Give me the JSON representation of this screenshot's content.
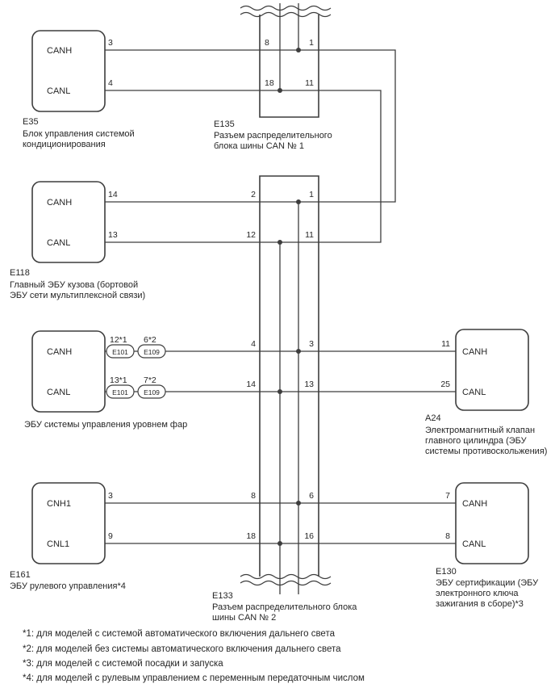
{
  "diagram": {
    "colors": {
      "line": "#3d3d3d",
      "text": "#262626",
      "background": "#ffffff"
    },
    "e35": {
      "id": "E35",
      "terminal_h": "CANH",
      "terminal_l": "CANL",
      "pin_h": "3",
      "pin_l": "4",
      "desc1": "Блок управления системой",
      "desc2": "кондиционирования"
    },
    "e135": {
      "id": "E135",
      "pin_tl": "8",
      "pin_tr": "1",
      "pin_bl": "18",
      "pin_br": "11",
      "desc1": "Разъем распределительного",
      "desc2": "блока шины CAN № 1"
    },
    "e118": {
      "id": "E118",
      "terminal_h": "CANH",
      "terminal_l": "CANL",
      "pin_h": "14",
      "pin_l": "13",
      "desc1": "Главный ЭБУ кузова (бортовой",
      "desc2": "ЭБУ сети мультиплексной связи)"
    },
    "e133": {
      "id": "E133",
      "left_pins": [
        "2",
        "12",
        "4",
        "14",
        "8",
        "18"
      ],
      "right_pins": [
        "1",
        "11",
        "3",
        "13",
        "6",
        "16"
      ],
      "desc1": "Разъем распределительного блока",
      "desc2": "шины CAN № 2"
    },
    "headlamp": {
      "terminal_h": "CANH",
      "terminal_l": "CANL",
      "pin_h1": "12*1",
      "pin_h2": "6*2",
      "pin_l1": "13*1",
      "pin_l2": "7*2",
      "conn1": "E101",
      "conn2": "E109",
      "desc1": "ЭБУ системы управления уровнем фар"
    },
    "a24": {
      "id": "A24",
      "terminal_h": "CANH",
      "terminal_l": "CANL",
      "pin_h": "11",
      "pin_l": "25",
      "desc1": "Электромагнитный клапан",
      "desc2": "главного цилиндра (ЭБУ",
      "desc3": "системы противоскольжения)"
    },
    "e161": {
      "id": "E161",
      "terminal_h": "CNH1",
      "terminal_l": "CNL1",
      "pin_h": "3",
      "pin_l": "9",
      "desc1": "ЭБУ рулевого управления*4"
    },
    "e130": {
      "id": "E130",
      "terminal_h": "CANH",
      "terminal_l": "CANL",
      "pin_h": "7",
      "pin_l": "8",
      "desc1": "ЭБУ сертификации (ЭБУ",
      "desc2": "электронного ключа",
      "desc3": "зажигания в сборе)*3"
    },
    "footnotes": [
      "*1: для моделей с системой автоматического включения дальнего света",
      "*2: для моделей без системы автоматического включения дальнего света",
      "*3: для моделей с системой посадки и запуска",
      "*4: для моделей с рулевым управлением с переменным передаточным числом"
    ]
  }
}
